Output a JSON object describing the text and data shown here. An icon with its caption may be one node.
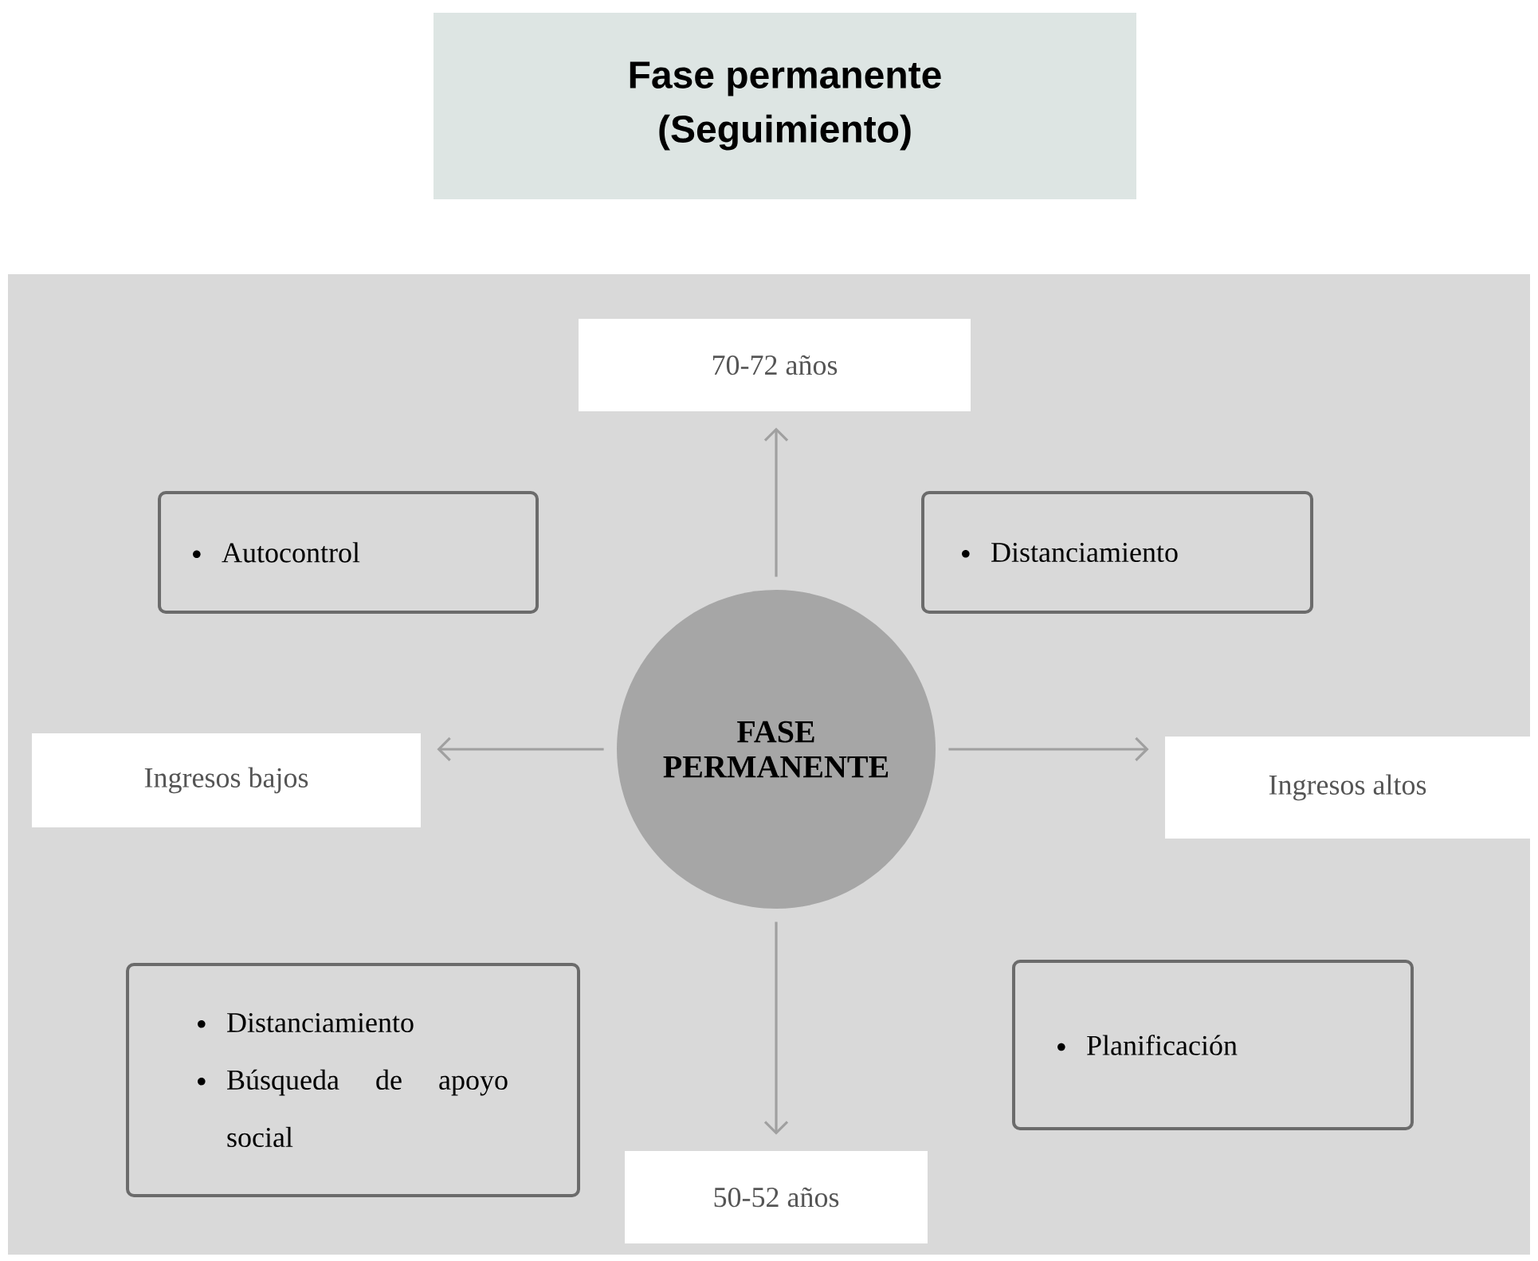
{
  "diagram": {
    "title": "Fase permanente (Seguimiento)",
    "nodes": [
      {
        "text": [
          "70-72 años"
        ]
      },
      {
        "text": [
          "Autocontrol"
        ]
      },
      {
        "text": [
          "Distanciamiento"
        ]
      },
      {
        "text": [
          "Ingresos bajos"
        ]
      },
      {
        "text": [
          "FASE PERMANENTE"
        ]
      },
      {
        "text": [
          "Ingresos altos"
        ]
      },
      {
        "text": [
          "Distanciamiento",
          "Búsqueda de apoyo social"
        ]
      },
      {
        "text": [
          "Planificación"
        ]
      },
      {
        "text": [
          "50-52 años"
        ]
      }
    ],
    "edges": [
      {
        "from": 4,
        "to": 0,
        "arrow": "to"
      },
      {
        "from": 4,
        "to": 3,
        "arrow": "to"
      },
      {
        "from": 4,
        "to": 5,
        "arrow": "to"
      },
      {
        "from": 4,
        "to": 8,
        "arrow": "to"
      }
    ]
  }
}
